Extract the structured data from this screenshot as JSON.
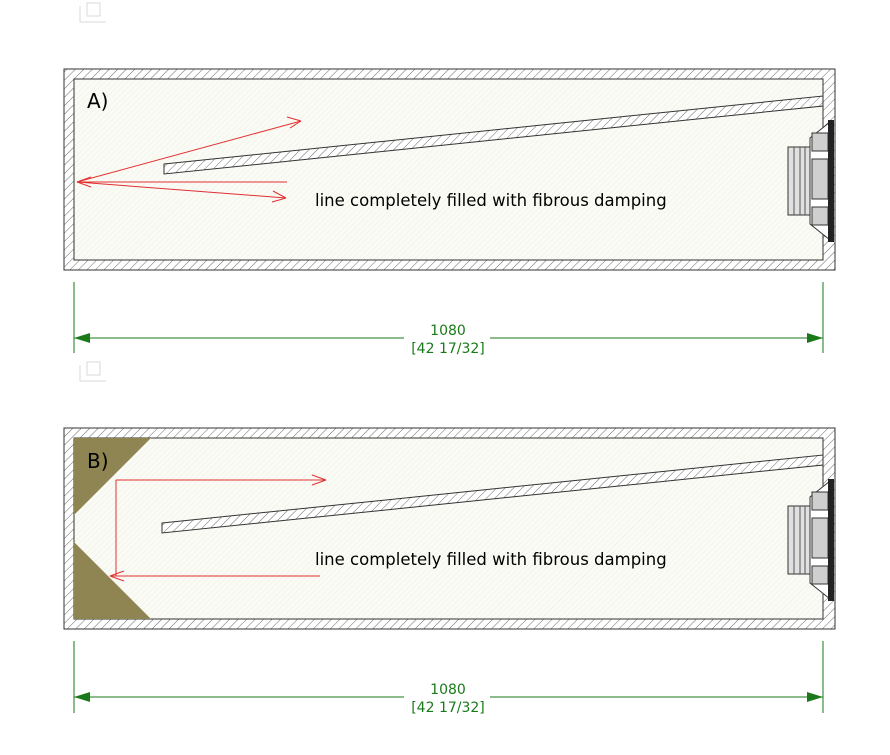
{
  "panels": [
    {
      "id": "a",
      "label": "A)",
      "note": "line completely filled with fibrous damping",
      "dimension": {
        "value": "1080",
        "imperial": "[42 17/32]"
      }
    },
    {
      "id": "b",
      "label": "B)",
      "note": "line completely filled with fibrous damping",
      "dimension": {
        "value": "1080",
        "imperial": "[42 17/32]"
      }
    }
  ],
  "colors": {
    "wall_hatch": "#555555",
    "damping_fill": "#fafaf3",
    "reflection_arrows": "#e03030",
    "dimension": "#1a7a1a",
    "absorber_wedge": "#8f8553"
  }
}
